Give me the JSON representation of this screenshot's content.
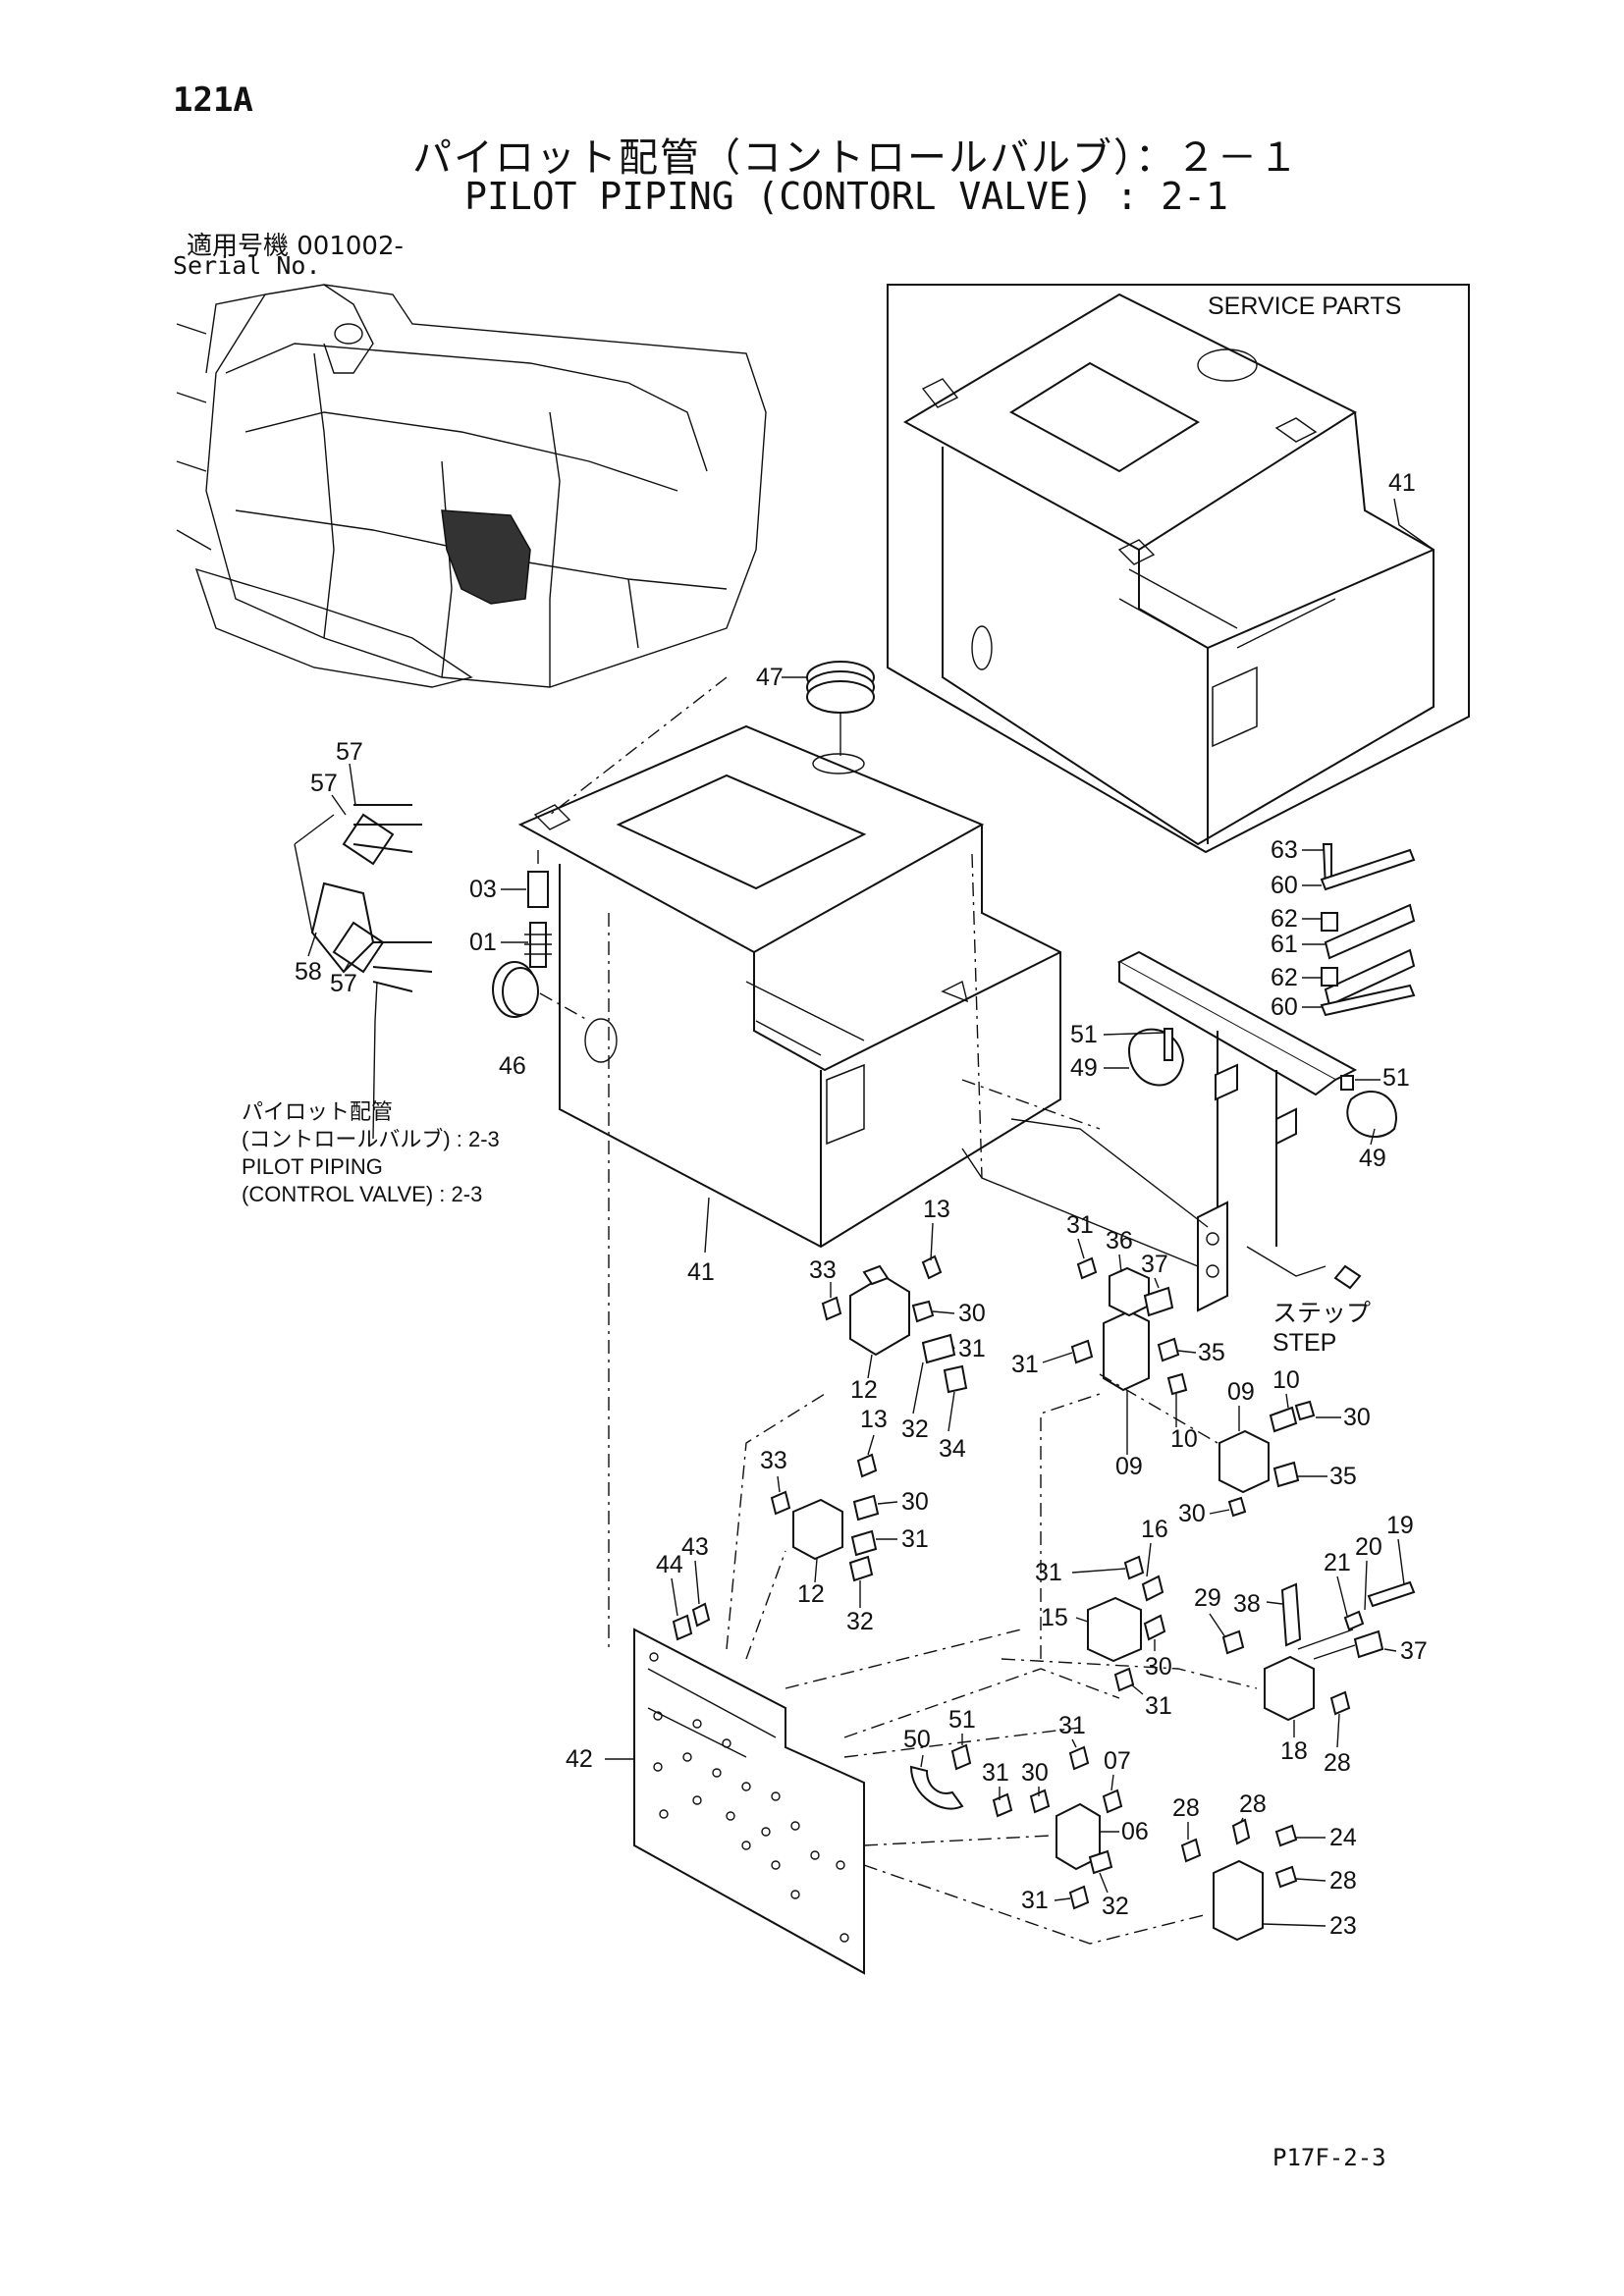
{
  "header": {
    "page_number": "121A",
    "title_jp": "パイロット配管（コントロールバルブ）：２－１",
    "title_en": "PILOT PIPING (CONTORL VALVE) : 2-1",
    "serial_label_jp": "適用号機  001002-",
    "serial_label_en": "Serial No."
  },
  "service_parts_label": "SERVICE PARTS",
  "reference_note": {
    "jp_line1": "パイロット配管",
    "jp_line2": "(コントロールバルブ) : 2-3",
    "en_line1": "PILOT PIPING",
    "en_line2": "(CONTROL VALVE) : 2-3"
  },
  "step_label": {
    "jp": "ステップ",
    "en": "STEP"
  },
  "part_labels": {
    "n41_service": "41",
    "n47": "47",
    "n57_top": "57",
    "n57_left": "57",
    "n57_bottom": "57",
    "n58": "58",
    "n03": "03",
    "n01": "01",
    "n46": "46",
    "n41_main": "41",
    "n63": "63",
    "n60_a": "60",
    "n62_a": "62",
    "n61": "61",
    "n62_b": "62",
    "n60_b": "60",
    "n51_a": "51",
    "n49_a": "49",
    "n51_b": "51",
    "n49_b": "49",
    "n13_a": "13",
    "n33_a": "33",
    "n30_a": "30",
    "n31_a": "31",
    "n12_a": "12",
    "n32_a": "32",
    "n34": "34",
    "n31_b": "31",
    "n36": "36",
    "n37_a": "37",
    "n31_c": "31",
    "n35_a": "35",
    "n10_a": "10",
    "n09_a": "09",
    "n09_b": "09",
    "n10_b": "10",
    "n30_b": "30",
    "n35_b": "35",
    "n30_c": "30",
    "n13_b": "13",
    "n33_b": "33",
    "n30_d": "30",
    "n31_d": "31",
    "n12_b": "12",
    "n32_b": "32",
    "n44": "44",
    "n43": "43",
    "n16": "16",
    "n31_e": "31",
    "n15": "15",
    "n30_e": "30",
    "n31_f": "31",
    "n29": "29",
    "n38": "38",
    "n21": "21",
    "n20": "20",
    "n19": "19",
    "n37_b": "37",
    "n18": "18",
    "n28_a": "28",
    "n42": "42",
    "n50": "50",
    "n51_c": "51",
    "n31_g": "31",
    "n31_h": "31",
    "n30_f": "30",
    "n07": "07",
    "n06": "06",
    "n31_i": "31",
    "n32_c": "32",
    "n28_b": "28",
    "n28_c": "28",
    "n24": "24",
    "n28_d": "28",
    "n23": "23"
  },
  "footer": {
    "page_code": "P17F-2-3"
  }
}
